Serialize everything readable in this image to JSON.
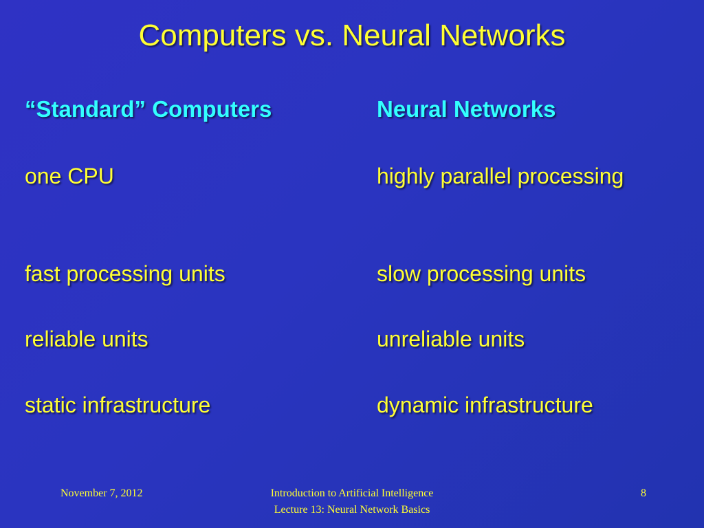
{
  "slide": {
    "title": "Computers vs. Neural Networks",
    "columns": {
      "left": {
        "header": "“Standard” Computers",
        "items": [
          "one CPU",
          "fast processing units",
          "reliable units",
          "static infrastructure"
        ]
      },
      "right": {
        "header": "Neural Networks",
        "items": [
          "highly parallel processing",
          "slow processing units",
          "unreliable units",
          "dynamic infrastructure"
        ]
      }
    }
  },
  "footer": {
    "date": "November 7, 2012",
    "course": "Introduction to Artificial Intelligence",
    "lecture": "Lecture 13: Neural Network Basics",
    "page_number": "8"
  },
  "colors": {
    "background": "#2a34c0",
    "title_text": "#ffff33",
    "header_text": "#33ffff"
  }
}
